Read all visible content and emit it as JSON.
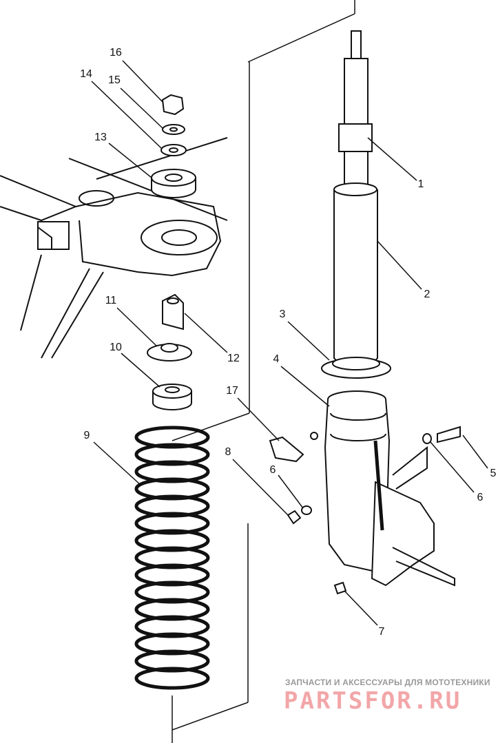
{
  "diagram": {
    "callouts": {
      "n1": "1",
      "n2": "2",
      "n3": "3",
      "n4": "4",
      "n5": "5",
      "n6a": "6",
      "n6b": "6",
      "n7": "7",
      "n8": "8",
      "n9": "9",
      "n10": "10",
      "n11": "11",
      "n12": "12",
      "n13": "13",
      "n14": "14",
      "n15": "15",
      "n16": "16",
      "n17": "17"
    }
  },
  "watermark": {
    "tagline": "ЗАПЧАСТИ И АКСЕССУАРЫ ДЛЯ МОТОТЕХНИКИ",
    "logo": "PARTSFOR.RU",
    "logo_color": "#f2a6a8"
  }
}
